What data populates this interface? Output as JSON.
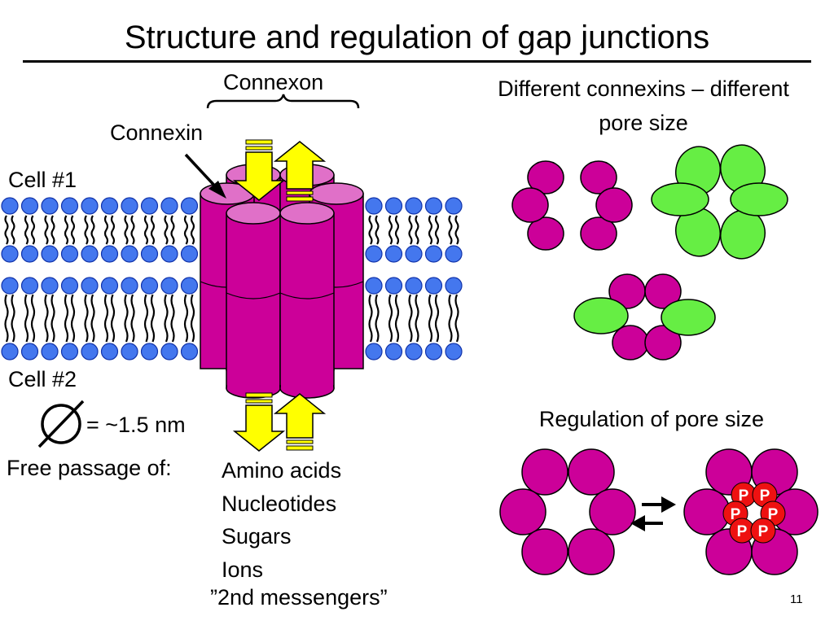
{
  "slide": {
    "title": "Structure and regulation of gap junctions",
    "page_number": "11"
  },
  "labels": {
    "connexon": "Connexon",
    "connexin": "Connexin",
    "cell1": "Cell #1",
    "cell2": "Cell #2",
    "diameter": "= ~1.5 nm",
    "free_passage": "Free passage of:"
  },
  "passage_items": [
    "Amino acids",
    "Nucleotides",
    "Sugars",
    "Ions",
    "”2nd messengers”"
  ],
  "pore_panel": {
    "title": "Different connexins – different pore size"
  },
  "regulation_panel": {
    "title": "Regulation of pore size",
    "phospho_label": "P"
  },
  "colors": {
    "connexin_magenta": "#cc0099",
    "connexin_green": "#66ee44",
    "lipid_head": "#4477ee",
    "arrow_yellow": "#ffff00",
    "phospho_red": "#ee1111"
  }
}
